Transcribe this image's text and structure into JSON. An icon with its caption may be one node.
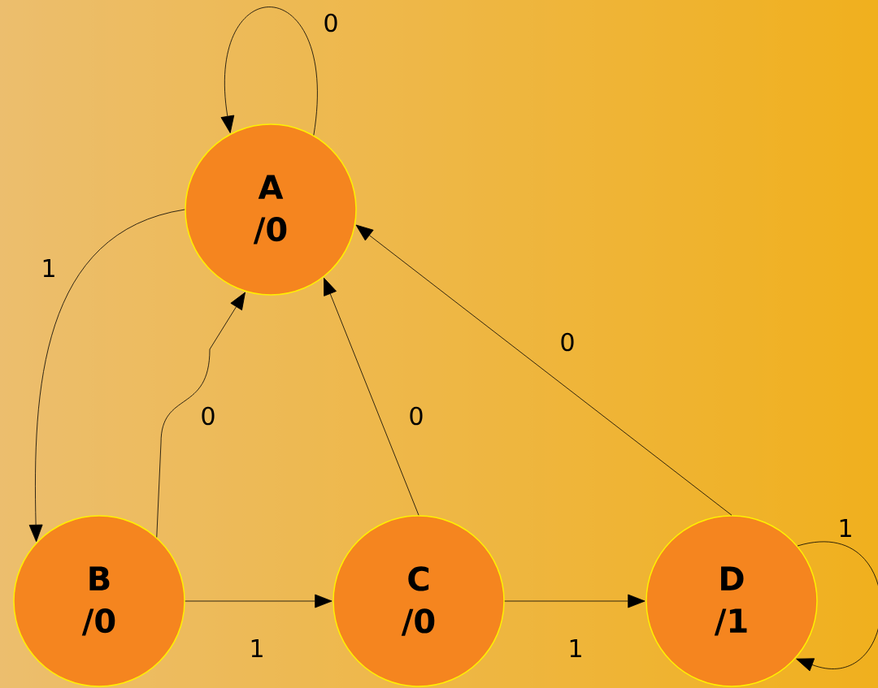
{
  "diagram": {
    "nodes": [
      {
        "text": [
          "A",
          "/0"
        ]
      },
      {
        "text": [
          "B",
          "/0"
        ]
      },
      {
        "text": [
          "C",
          "/0"
        ]
      },
      {
        "text": [
          "D",
          "/1"
        ]
      }
    ],
    "edges": [
      {
        "from": 0,
        "to": 0,
        "arrow": "to",
        "label": "0"
      },
      {
        "from": 0,
        "to": 1,
        "arrow": "to",
        "label": "1"
      },
      {
        "from": 1,
        "to": 0,
        "arrow": "to",
        "label": "0"
      },
      {
        "from": 2,
        "to": 0,
        "arrow": "to",
        "label": "0"
      },
      {
        "from": 3,
        "to": 0,
        "arrow": "to",
        "label": "0"
      },
      {
        "from": 1,
        "to": 2,
        "arrow": "to",
        "label": "1"
      },
      {
        "from": 2,
        "to": 3,
        "arrow": "to",
        "label": "1"
      },
      {
        "from": 3,
        "to": 3,
        "arrow": "to",
        "label": "1"
      }
    ]
  }
}
